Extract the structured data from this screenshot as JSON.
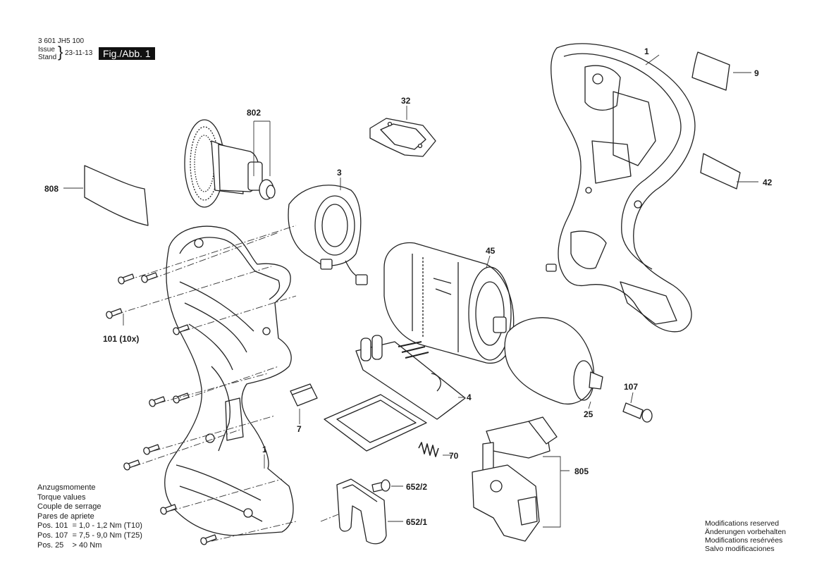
{
  "header": {
    "doc_number": "3 601 JH5 100",
    "issue_label": "Issue",
    "stand_label": "Stand",
    "date": "23-11-13",
    "figure": "Fig./Abb. 1"
  },
  "callouts": [
    {
      "id": "1-top",
      "text": "1"
    },
    {
      "id": "9",
      "text": "9"
    },
    {
      "id": "32",
      "text": "32"
    },
    {
      "id": "802",
      "text": "802"
    },
    {
      "id": "42",
      "text": "42"
    },
    {
      "id": "808",
      "text": "808"
    },
    {
      "id": "3",
      "text": "3"
    },
    {
      "id": "45",
      "text": "45"
    },
    {
      "id": "101",
      "text": "101 (10x)"
    },
    {
      "id": "107",
      "text": "107"
    },
    {
      "id": "4",
      "text": "4"
    },
    {
      "id": "7",
      "text": "7"
    },
    {
      "id": "25",
      "text": "25"
    },
    {
      "id": "70",
      "text": "70"
    },
    {
      "id": "1-bottom",
      "text": "1"
    },
    {
      "id": "805",
      "text": "805"
    },
    {
      "id": "652-2",
      "text": "652/2"
    },
    {
      "id": "652-1",
      "text": "652/1"
    }
  ],
  "torque_notes": {
    "lines": [
      "Anzugsmomente",
      "Torque values",
      "Couple de serrage",
      "Pares de apriete",
      "Pos. 101  = 1,0 - 1,2 Nm (T10)",
      "Pos. 107  = 7,5 - 9,0 Nm (T25)",
      "Pos. 25    > 40 Nm"
    ]
  },
  "modification_notes": {
    "lines": [
      "Modifications reserved",
      "Änderungen vorbehalten",
      "Modifications resérvées",
      "Salvo modificaciones"
    ]
  }
}
